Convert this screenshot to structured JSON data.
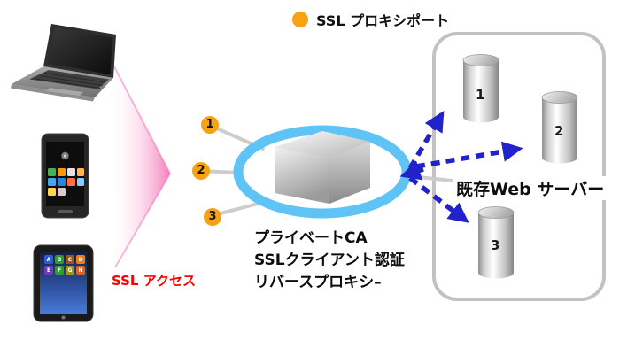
{
  "legend": {
    "label": "SSL プロキシポート"
  },
  "access": {
    "label": "SSL アクセス"
  },
  "proxy": {
    "ports": [
      "1",
      "2",
      "3"
    ],
    "caption_lines": [
      "プライベートCA",
      "SSLクライアント認証",
      "リバースプロキシ–"
    ]
  },
  "servers": {
    "group_label": "既存Web サーバー",
    "items": [
      "1",
      "2",
      "3"
    ]
  },
  "tablet_apps": [
    "A",
    "B",
    "C",
    "D",
    "E",
    "F",
    "G",
    "H"
  ],
  "colors": {
    "port_orange": "#F7A114",
    "arrow_blue": "#2222CC",
    "ring_blue": "#5FC4F5",
    "beam_pink": "#F062AA",
    "access_red": "#FF0000",
    "connector_gray": "#CDCDCD",
    "box_border_gray": "#C2C2C2"
  }
}
